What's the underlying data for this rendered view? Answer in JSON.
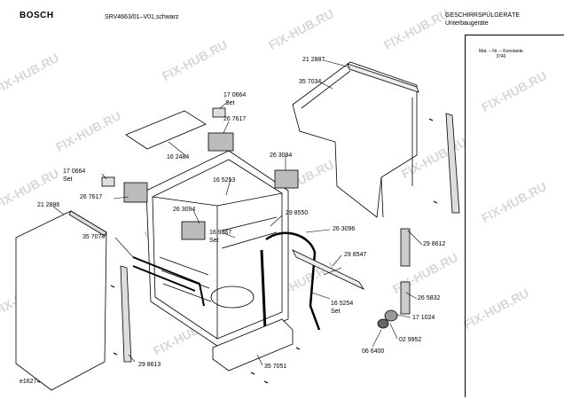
{
  "header": {
    "brand": "BOSCH",
    "model": "SRV4663/01–V01,schwarz",
    "category_line1": "GESCHIRRSPÜLGERÄTE",
    "category_line2": "Unterbaugeräte",
    "info_line1": "Mat. – Nr. – Konstante",
    "info_line2": "3740"
  },
  "footer": {
    "document_id": "e162747-6/3"
  },
  "watermark": "FIX-HUB.RU",
  "labels": {
    "p212887": "21 2887",
    "p357034": "35 7034",
    "p170664a": "17 0664",
    "set1": "Set",
    "p267617a": "26 7617",
    "p162484": "16 2484",
    "p263094a": "26 3094",
    "p165253": "16 5253",
    "p170664b": "17 0664",
    "set2": "Set",
    "p267617b": "26 7617",
    "p212886": "21 2886",
    "p263094b": "26 3094",
    "p169867": "16 9867",
    "set3": "Set",
    "p298550": "29 8550",
    "p263096": "26 3096",
    "p298612": "29 8612",
    "p357074": "35 7074",
    "p298547": "29 8547",
    "p165254": "16 5254",
    "set4": "Set",
    "p265832": "26 5832",
    "p171024": "17 1024",
    "p029952": "02 9952",
    "p066400": "06 6400",
    "p298613": "29 8613",
    "p357051": "35 7051"
  }
}
